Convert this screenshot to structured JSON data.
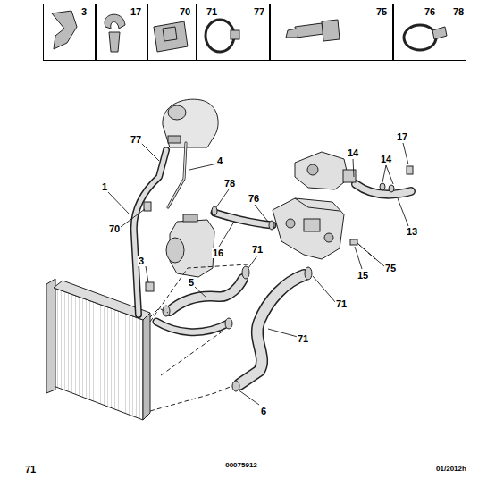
{
  "diagram": {
    "nodes": [
      {
        "text": [
          "3"
        ]
      },
      {
        "text": [
          "17"
        ]
      },
      {
        "text": [
          "70"
        ]
      },
      {
        "text": [
          "71",
          "77"
        ]
      },
      {
        "text": [
          "75"
        ]
      },
      {
        "text": [
          "76",
          "78"
        ]
      }
    ],
    "labels": [
      "77",
      "4",
      "1",
      "78",
      "76",
      "14",
      "17",
      "14",
      "13",
      "70",
      "16",
      "71",
      "3",
      "5",
      "71",
      "75",
      "15",
      "71",
      "6",
      "71",
      "01/2012h",
      "00075912"
    ]
  }
}
